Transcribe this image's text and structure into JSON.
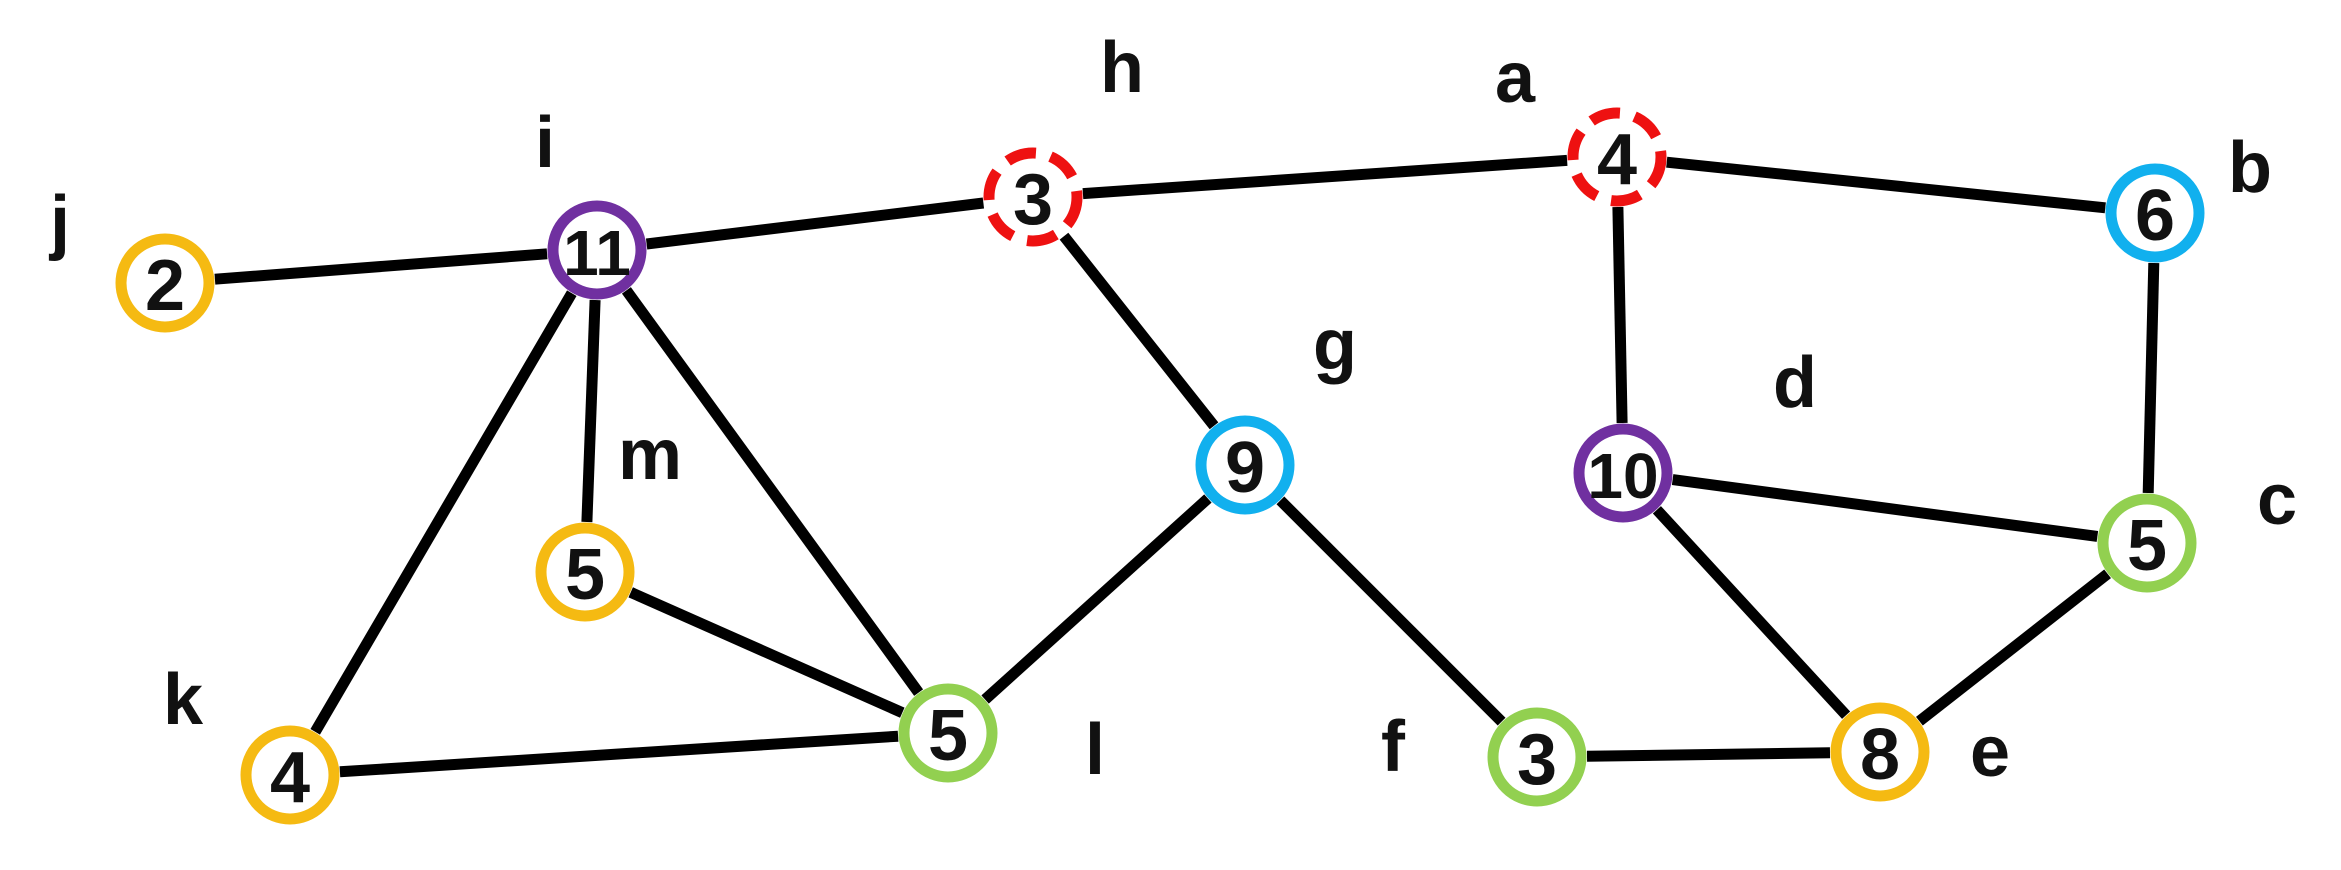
{
  "colors": {
    "yellow": "#F5BA12",
    "purple": "#7030A0",
    "red": "#EE1111",
    "blue": "#11B0EE",
    "green": "#92D050",
    "edge": "#000000"
  },
  "nodes": [
    {
      "id": "j",
      "label": "j",
      "value": "2",
      "color": "yellow",
      "dashed": false
    },
    {
      "id": "i",
      "label": "i",
      "value": "11",
      "color": "purple",
      "dashed": false
    },
    {
      "id": "h",
      "label": "h",
      "value": "3",
      "color": "red",
      "dashed": true
    },
    {
      "id": "a",
      "label": "a",
      "value": "4",
      "color": "red",
      "dashed": true
    },
    {
      "id": "b",
      "label": "b",
      "value": "6",
      "color": "blue",
      "dashed": false
    },
    {
      "id": "g",
      "label": "g",
      "value": "9",
      "color": "blue",
      "dashed": false
    },
    {
      "id": "d",
      "label": "d",
      "value": "10",
      "color": "purple",
      "dashed": false
    },
    {
      "id": "c",
      "label": "c",
      "value": "5",
      "color": "green",
      "dashed": false
    },
    {
      "id": "m",
      "label": "m",
      "value": "5",
      "color": "yellow",
      "dashed": false
    },
    {
      "id": "k",
      "label": "k",
      "value": "4",
      "color": "yellow",
      "dashed": false
    },
    {
      "id": "l",
      "label": "l",
      "value": "5",
      "color": "green",
      "dashed": false
    },
    {
      "id": "f",
      "label": "f",
      "value": "3",
      "color": "green",
      "dashed": false
    },
    {
      "id": "e",
      "label": "e",
      "value": "8",
      "color": "yellow",
      "dashed": false
    }
  ],
  "edges": [
    [
      "j",
      "i"
    ],
    [
      "i",
      "h"
    ],
    [
      "h",
      "a"
    ],
    [
      "a",
      "b"
    ],
    [
      "i",
      "m"
    ],
    [
      "i",
      "k"
    ],
    [
      "i",
      "l"
    ],
    [
      "h",
      "g"
    ],
    [
      "a",
      "d"
    ],
    [
      "b",
      "c"
    ],
    [
      "g",
      "l"
    ],
    [
      "g",
      "f"
    ],
    [
      "m",
      "l"
    ],
    [
      "k",
      "l"
    ],
    [
      "d",
      "c"
    ],
    [
      "d",
      "e"
    ],
    [
      "c",
      "e"
    ],
    [
      "f",
      "e"
    ]
  ]
}
